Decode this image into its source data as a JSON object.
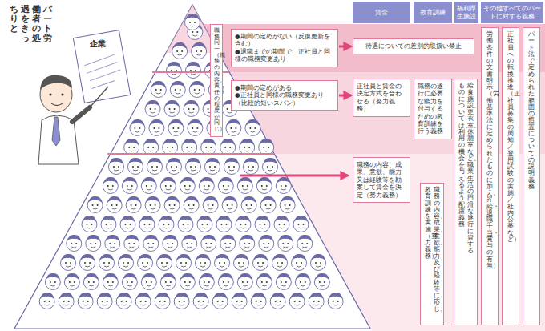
{
  "diagram": {
    "nodes": [
      {
        "text": [
          "賃金"
        ]
      },
      {
        "text": [
          "教育訓練"
        ]
      },
      {
        "text": [
          "福利厚生施設"
        ]
      },
      {
        "text": [
          "その他すべてのパートに対する義務"
        ]
      },
      {
        "text": [
          "職務同一（職務の内容、責任の程度が同じ）"
        ]
      },
      {
        "text": [
          "●期間の定めがない（反復更新を含む）",
          "●退職までの期間で、正社員と同様の職務変更あり"
        ]
      },
      {
        "text": [
          "待遇についての差別的取扱い禁止"
        ]
      },
      {
        "text": [
          "●期間の定めがある",
          "●正社員と同様の職務変更あり（比較的短いスパン）"
        ]
      },
      {
        "text": [
          "正社員と賃金の決定方式を合わせる（努力義務）"
        ]
      },
      {
        "text": [
          "職務の遂行に必要な能力を付与するための教育訓練を行う義務"
        ]
      },
      {
        "text": [
          "職務の内容、成果、意欲、能力又は経験等を勘案して賃金を決定（努力義務）"
        ]
      },
      {
        "text": [
          "職務の内容、成果、意欲、能力及び経験等に応じ、教育訓練を実施（努力義務）"
        ]
      },
      {
        "text": [
          "給食施設、更衣室、休憩室など、職業生活の円滑な遂行に資するものについては、利用の機会を与えるよう配慮義務"
        ]
      },
      {
        "text": [
          "労働条件の文書明示（労働基準法に定められたものに加え、昇給・退職手当・賞与の有無）"
        ]
      },
      {
        "text": [
          "正社員への転換推進（正社員募集の周知／登用試験の実施／社内公募など）"
        ]
      },
      {
        "text": [
          "パート法で定められた範囲の措置についての説明義務"
        ]
      }
    ],
    "edges": [
      {
        "from": 5,
        "to": 6,
        "arrow": "to"
      },
      {
        "from": 7,
        "to": 8,
        "arrow": "to"
      }
    ],
    "labels": [
      "パート労働者の処遇をきっちりと",
      "企業"
    ]
  }
}
